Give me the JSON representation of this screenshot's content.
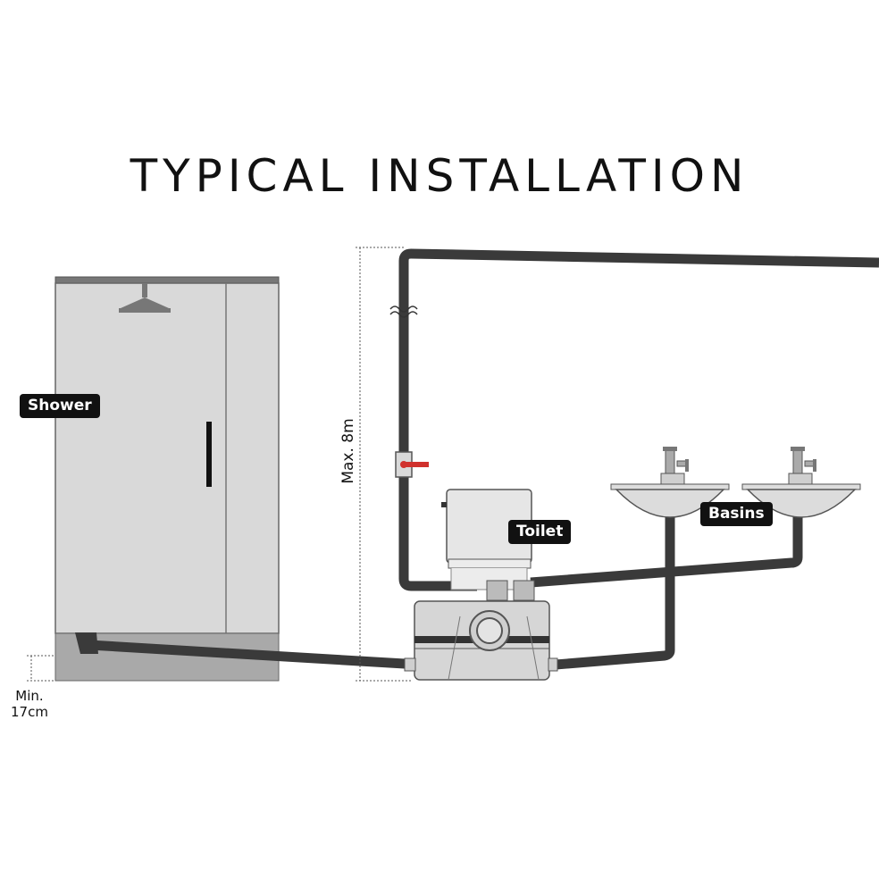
{
  "title": "TYPICAL INSTALLATION",
  "labels": {
    "shower": "Shower",
    "toilet": "Toilet",
    "basins": "Basins",
    "max_height": "Max. 8m",
    "min_height_line1": "Min.",
    "min_height_line2": "17cm"
  },
  "colors": {
    "pipe": "#3a3a3a",
    "valve_handle": "#d0312d",
    "shower_body": "#d9d9d9",
    "fixture": "#e6e6e6"
  }
}
